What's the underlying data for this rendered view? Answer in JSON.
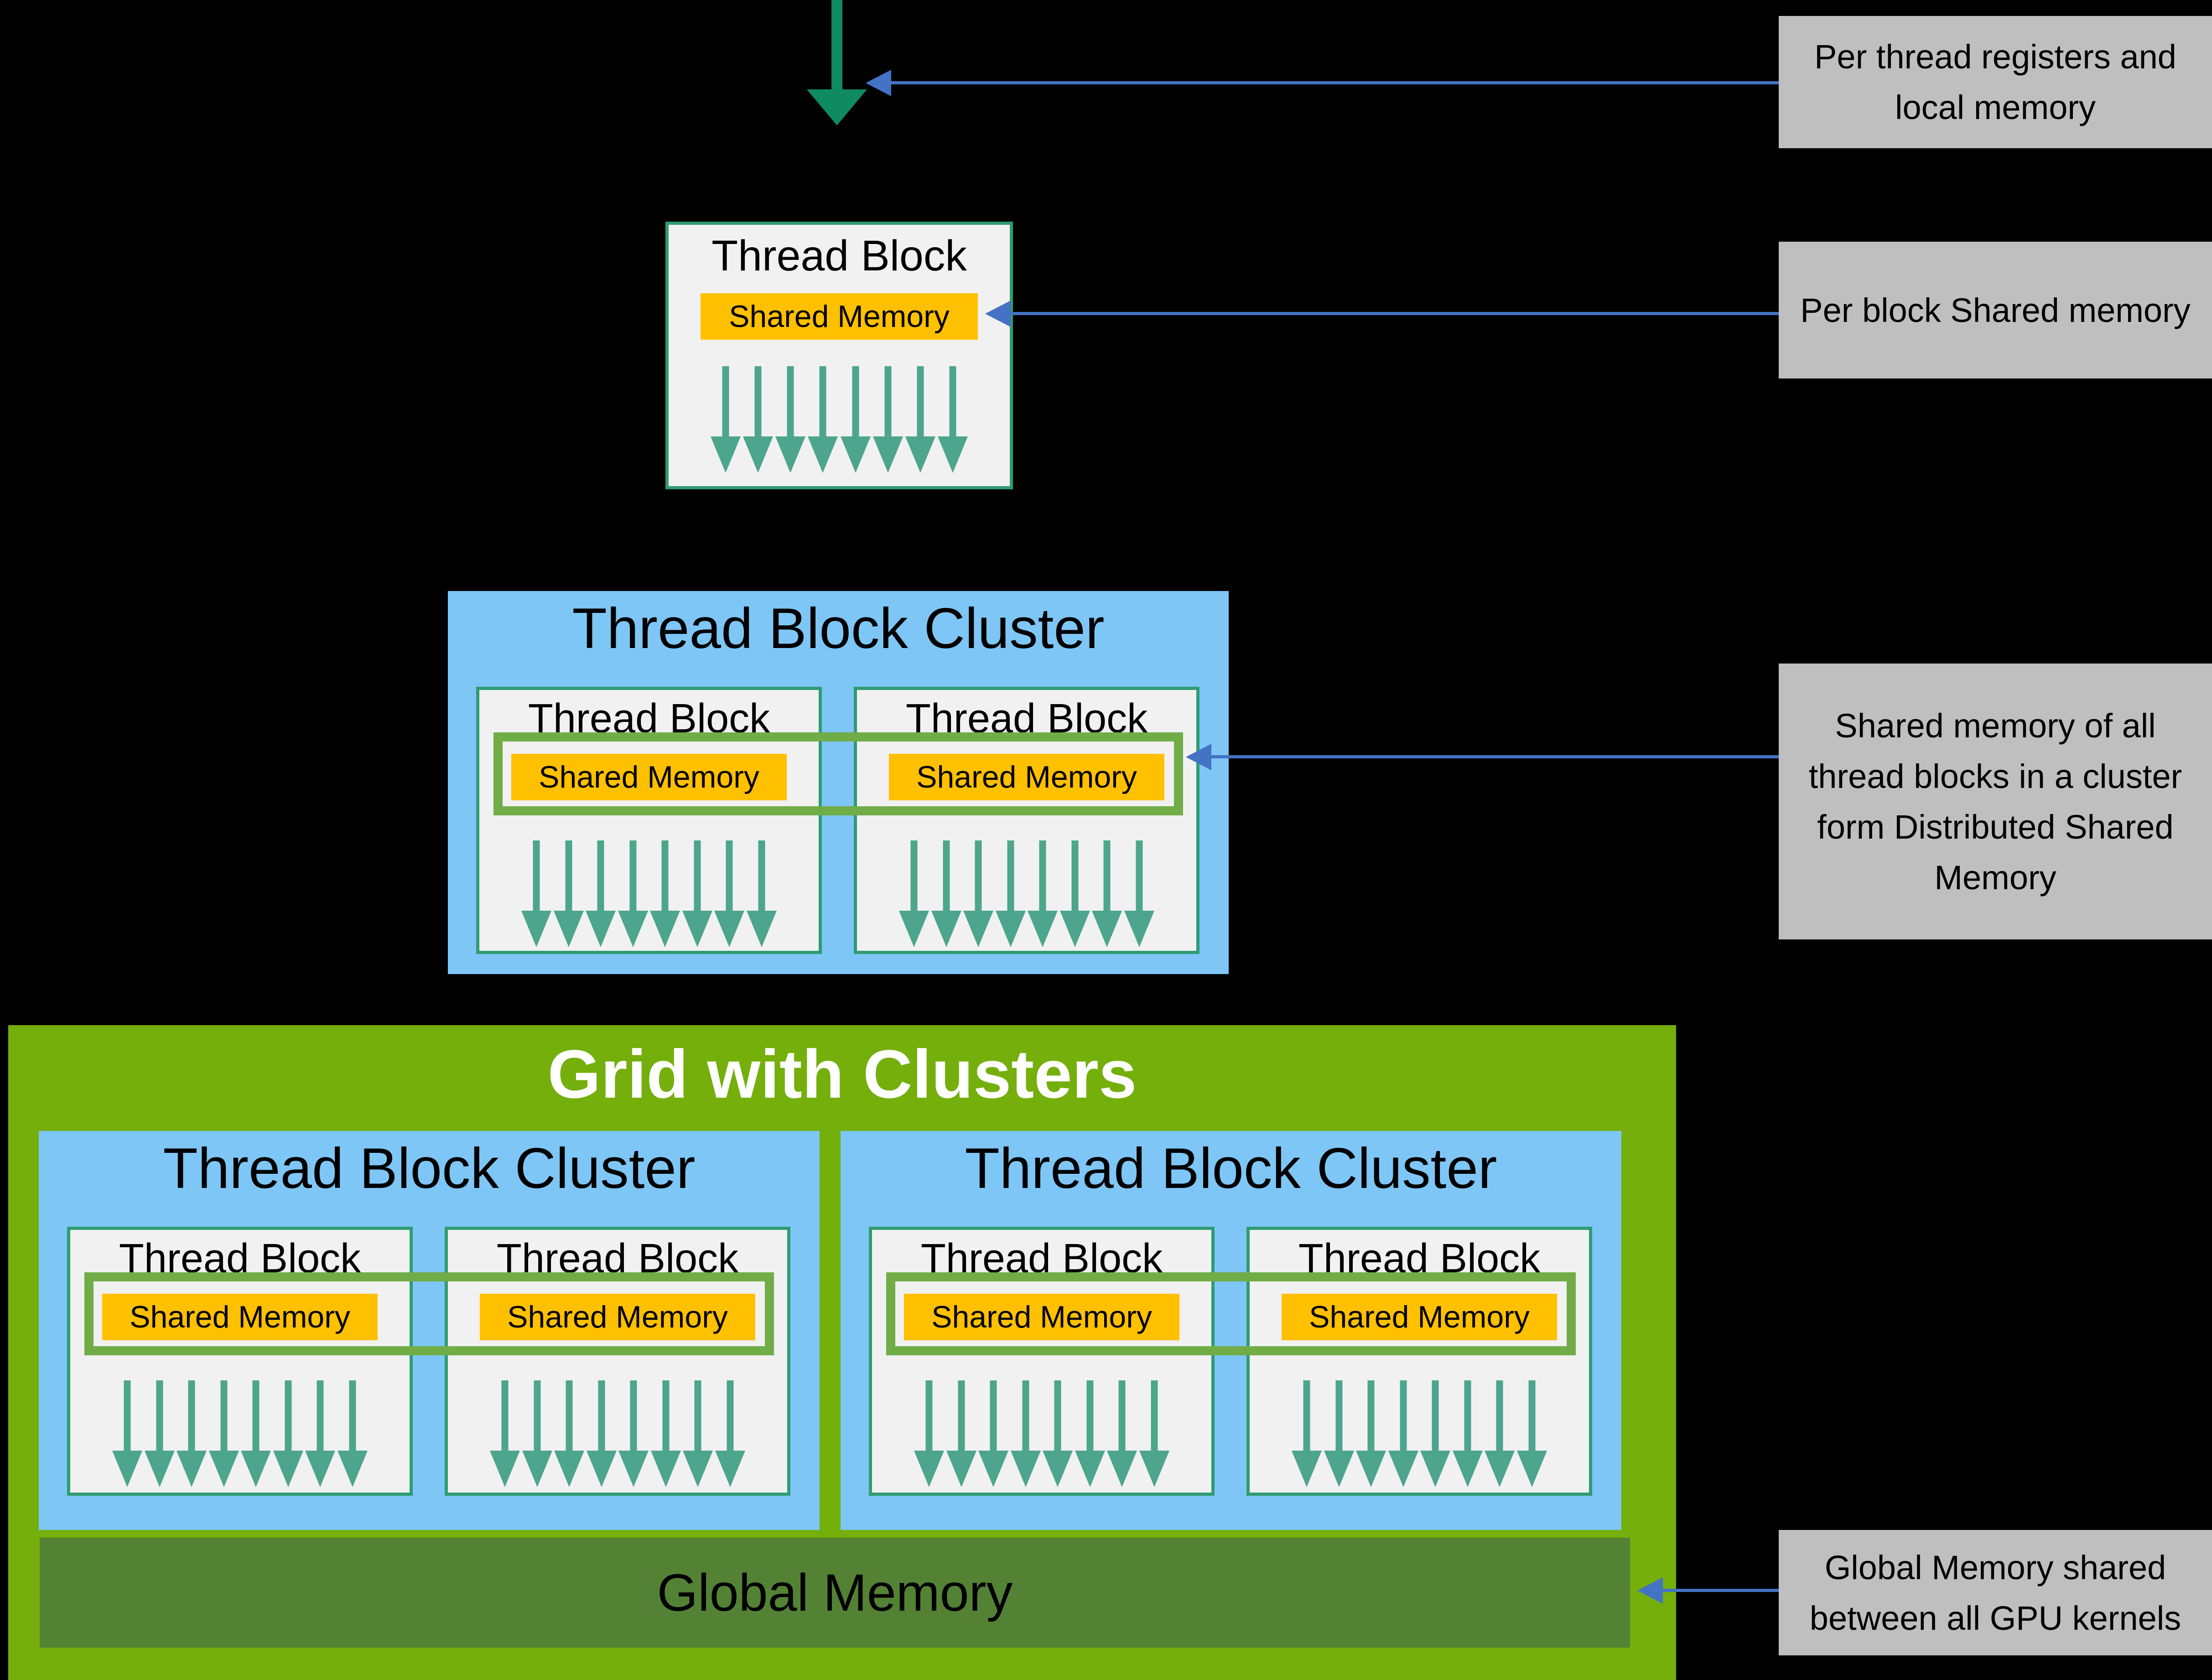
{
  "threads_per_block": 8,
  "top_thread_block": {
    "title": "Thread Block",
    "shared_memory_label": "Shared Memory"
  },
  "middle_cluster": {
    "title": "Thread Block Cluster",
    "blocks": [
      {
        "title": "Thread Block",
        "shared_memory_label": "Shared Memory"
      },
      {
        "title": "Thread Block",
        "shared_memory_label": "Shared Memory"
      }
    ]
  },
  "grid": {
    "title": "Grid with Clusters",
    "global_memory_label": "Global Memory",
    "clusters": [
      {
        "title": "Thread Block Cluster",
        "blocks": [
          {
            "title": "Thread Block",
            "shared_memory_label": "Shared Memory"
          },
          {
            "title": "Thread Block",
            "shared_memory_label": "Shared Memory"
          }
        ]
      },
      {
        "title": "Thread Block Cluster",
        "blocks": [
          {
            "title": "Thread Block",
            "shared_memory_label": "Shared Memory"
          },
          {
            "title": "Thread Block",
            "shared_memory_label": "Shared Memory"
          }
        ]
      }
    ]
  },
  "annotations": [
    {
      "text": "Per thread registers and local memory"
    },
    {
      "text": "Per block Shared memory"
    },
    {
      "text": "Shared memory of all thread blocks in a cluster form Distributed Shared Memory"
    },
    {
      "text": "Global Memory shared between all GPU kernels"
    }
  ],
  "colors": {
    "background": "#000000",
    "nvidia_green": "#74AF0C",
    "cluster_blue": "#7EC6F6",
    "block_bg": "#F1F1F1",
    "block_border_teal": "#2F9C73",
    "shared_memory_orange": "#FFC000",
    "dsm_outline_green": "#70AD47",
    "global_memory_green": "#548235",
    "thread_arrow_teal": "#4CA58C",
    "kernel_arrow_green": "#0E8B61",
    "annotation_bg_gray": "#BFBFBF",
    "annotation_arrow_blue": "#4472C4",
    "grid_title_white": "#FFFFFF",
    "text_black": "#000000"
  }
}
